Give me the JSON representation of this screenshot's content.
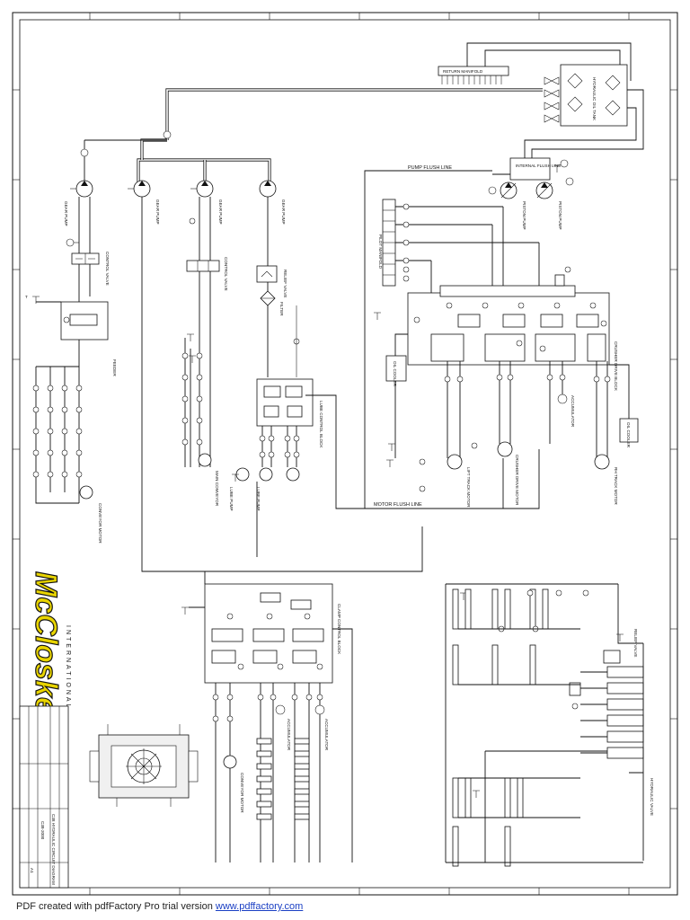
{
  "footer": {
    "prefix": "PDF created with pdfFactory Pro trial version ",
    "link_text": "www.pdffactory.com"
  },
  "title_block": {
    "title": "C38 HYDRAULIC CIRCUIT DIAGRAM",
    "drawing_no": "C38-2000",
    "sheet_size": "A1"
  },
  "logo": {
    "name": "McCloskey",
    "sub": "INTERNATIONAL"
  },
  "labels": {
    "return_manifold": "RETURN MANIFOLD",
    "hyd_oil_tank": "HYDRAULIC OIL TANK",
    "internal_flush_line": "INTERNAL FLUSH LINE",
    "pump_flush_line": "PUMP FLUSH LINE",
    "motor_flush_line": "MOTOR FLUSH LINE",
    "pilot_manifold": "PILOT MANIFOLD",
    "oil_cooler": "OIL COOLER",
    "lube_control_block": "LUBE CONTROL BLOCK",
    "crusher_drive_block": "CRUSHER DRIVE BLOCK",
    "clamp_control_block": "CLAMP CONTROL BLOCK",
    "relief_valve": "RELIEF VALVE",
    "filter": "FILTER",
    "gear_pump": "GEAR PUMP",
    "piston_pump": "PISTON PUMP",
    "control_valve": "CONTROL VALVE",
    "accumulator": "ACCUMULATOR",
    "lift_track_motor": "LIFT TRACK MOTOR",
    "rh_track_motor": "RH TRACK MOTOR",
    "crusher_drive_motor": "CRUSHER DRIVE MOTOR",
    "main_conveyor": "MAIN CONVEYOR",
    "lube_pump": "LUBE PUMP",
    "feeder": "FEEDER",
    "conveyor_motor": "CONVEYOR MOTOR",
    "hydraulic_valve": "HYDRAULIC VALVE"
  }
}
